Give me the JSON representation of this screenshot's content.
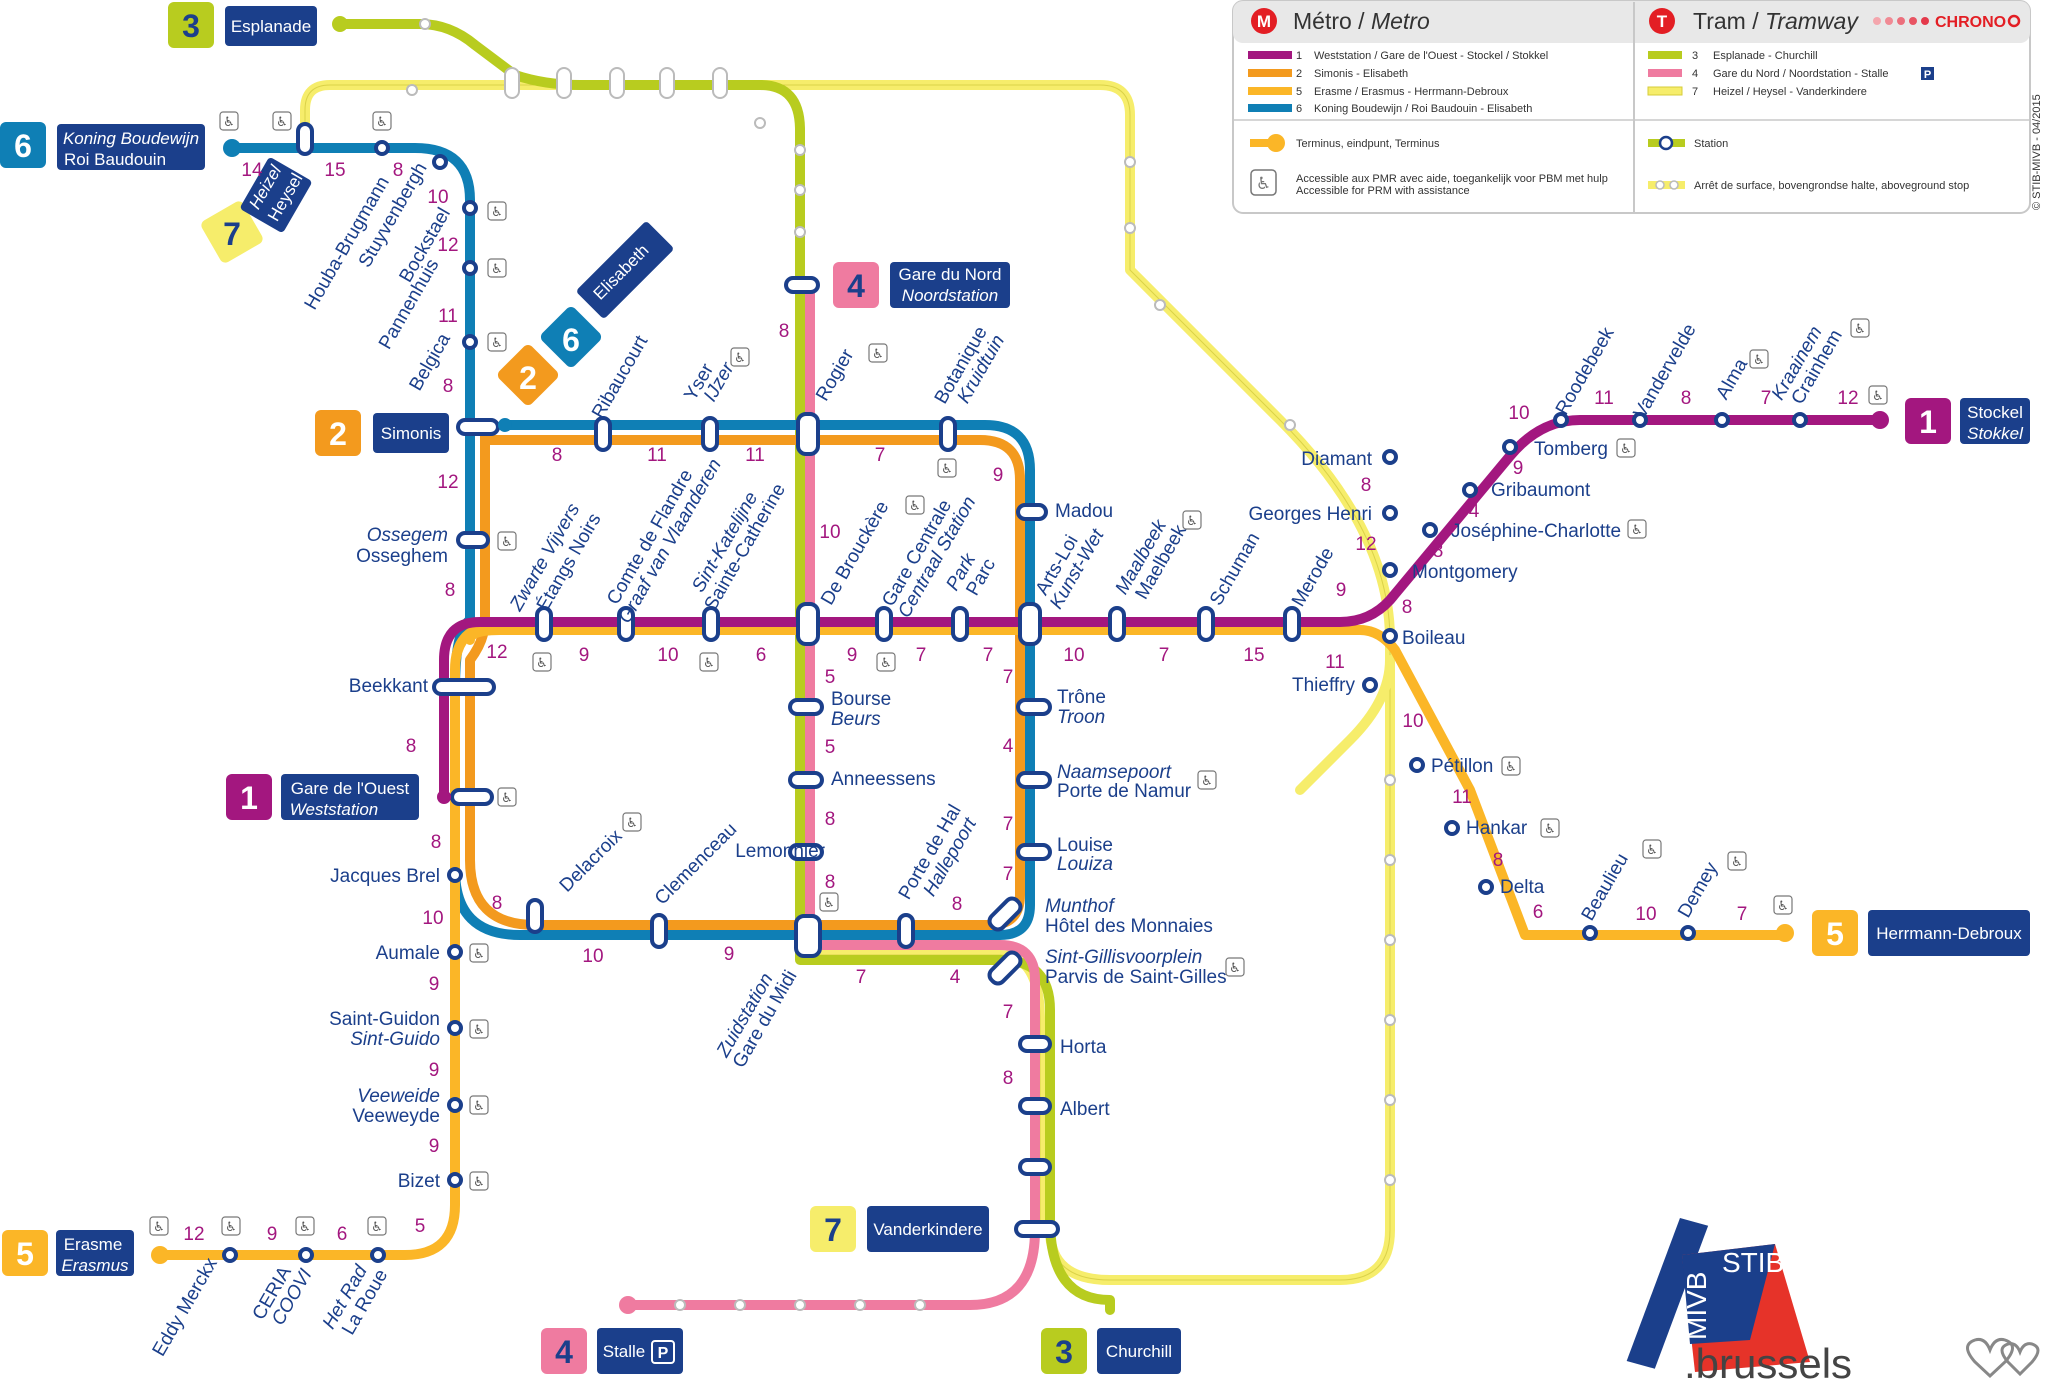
{
  "colors": {
    "line1": "#a3177f",
    "line2": "#f39a1e",
    "line5": "#fbb627",
    "line6": "#0f7fb5",
    "tram3": "#b8cc1f",
    "tram4": "#ef7ba0",
    "tram7": "#f6ed6b",
    "navy": "#1b3f8b",
    "num": "#a3177f"
  },
  "legend": {
    "metro_title": "Métro",
    "metro_title_nl": "Metro",
    "tram_title": "Tram",
    "tram_title_nl": "Tramway",
    "chrono": "CHRONO",
    "metro_lines": [
      {
        "num": "1",
        "text": "Weststation / Gare de l'Ouest - Stockel / Stokkel"
      },
      {
        "num": "2",
        "text": "Simonis - Elisabeth"
      },
      {
        "num": "5",
        "text": "Erasme / Erasmus - Herrmann-Debroux"
      },
      {
        "num": "6",
        "text": "Koning Boudewijn / Roi Baudouin - Elisabeth"
      }
    ],
    "tram_lines": [
      {
        "num": "3",
        "text": "Esplanade - Churchill"
      },
      {
        "num": "4",
        "text": "Gare du Nord / Noordstation - Stalle"
      },
      {
        "num": "7",
        "text": "Heizel / Heysel - Vanderkindere"
      }
    ],
    "parking": "P",
    "terminus": "Terminus, eindpunt, Terminus",
    "station": "Station",
    "pmr1": "Accessible aux PMR avec aide, toegankelijk voor PBM met hulp",
    "pmr2": "Accessible for PRM with assistance",
    "surface": "Arrêt de surface, bovengrondse halte, aboveground stop",
    "copyright": "© STIB-MIVB - 04/2015"
  },
  "terminals": {
    "esplanade": {
      "num": "3",
      "name": "Esplanade"
    },
    "roi_baudouin": {
      "num": "6",
      "name": "Koning Boudewijn",
      "name2": "Roi Baudouin"
    },
    "heysel": {
      "num": "7",
      "name": "Heizel",
      "name2": "Heysel"
    },
    "elisabeth": {
      "num2": "2",
      "num6": "6",
      "name": "Elisabeth"
    },
    "simonis": {
      "num": "2",
      "name": "Simonis"
    },
    "gare_du_nord": {
      "num": "4",
      "name": "Gare du Nord",
      "name2": "Noordstation"
    },
    "stockel": {
      "num": "1",
      "name": "Stockel",
      "name2": "Stokkel"
    },
    "gare_ouest": {
      "num": "1",
      "name": "Gare de l'Ouest",
      "name2": "Weststation"
    },
    "herrmann": {
      "num": "5",
      "name": "Herrmann-Debroux"
    },
    "erasme": {
      "num": "5",
      "name": "Erasme",
      "name2": "Erasmus"
    },
    "vanderkindere": {
      "num": "7",
      "name": "Vanderkindere"
    },
    "stalle": {
      "num": "4",
      "name": "Stalle",
      "park": "P"
    },
    "churchill": {
      "num": "3",
      "name": "Churchill"
    }
  },
  "stations": {
    "houba": "Houba-Brugmann",
    "stuyvenbergh": "Stuyvenbergh",
    "bockstael": "Bockstael",
    "pannenhuis": "Pannenhuis",
    "belgica": "Belgica",
    "ribaucourt": "Ribaucourt",
    "yser": "Yser",
    "yser_nl": "IJzer",
    "rogier": "Rogier",
    "botanique": "Botanique",
    "botanique_nl": "Kruidtuin",
    "ossegem_nl": "Ossegem",
    "osseghem": "Osseghem",
    "madou": "Madou",
    "zwarte_vijvers": "Zwarte Vijvers",
    "etangs_noirs": "Étangs Noirs",
    "comte_flandre": "Comte de Flandre",
    "graaf_vlaanderen": "Graaf van Vlaanderen",
    "sint_katelijne": "Sint-Katelijne",
    "sainte_catherine": "Sainte-Catherine",
    "de_brouckere": "De Brouckère",
    "gare_centrale": "Gare Centrale",
    "centraal_station": "Centraal Station",
    "park": "Park",
    "parc": "Parc",
    "arts_loi": "Arts-Loi",
    "kunst_wet": "Kunst-Wet",
    "maalbeek": "Maalbeek",
    "maelbeek": "Maelbeek",
    "schuman": "Schuman",
    "merode": "Merode",
    "diamant": "Diamant",
    "georges_henri": "Georges Henri",
    "montgomery": "Montgomery",
    "boileau": "Boileau",
    "josephine": "Joséphine-Charlotte",
    "gribaumont": "Gribaumont",
    "tomberg": "Tomberg",
    "roodebeek": "Roodebeek",
    "vandervelde": "Vandervelde",
    "alma": "Alma",
    "kraainem": "Kraainem",
    "crainhem": "Crainhem",
    "beekkant": "Beekkant",
    "bourse": "Bourse",
    "beurs": "Beurs",
    "anneessens": "Anneessens",
    "lemonnier": "Lemonnier",
    "trone": "Trône",
    "troon": "Troon",
    "naamsepoort": "Naamsepoort",
    "porte_namur": "Porte de Namur",
    "louise": "Louise",
    "louiza": "Louiza",
    "munthof": "Munthof",
    "hotel_monnaies": "Hôtel des Monnaies",
    "sint_gillis": "Sint-Gillisvoorplein",
    "parvis_st_gilles": "Parvis de Saint-Gilles",
    "horta": "Horta",
    "albert": "Albert",
    "thieffry": "Thieffry",
    "petillon": "Pétillon",
    "hankar": "Hankar",
    "delta": "Delta",
    "beaulieu": "Beaulieu",
    "demey": "Demey",
    "delacroix": "Delacroix",
    "clemenceau": "Clemenceau",
    "zuidstation": "Zuidstation",
    "gare_du_midi": "Gare du Midi",
    "porte_hal": "Porte de Hal",
    "hallepoort": "Hallepoort",
    "jacques_brel": "Jacques Brel",
    "aumale": "Aumale",
    "saint_guidon": "Saint-Guidon",
    "sint_guido": "Sint-Guido",
    "veeweide_nl": "Veeweide",
    "veeweyde": "Veeweyde",
    "bizet": "Bizet",
    "eddy_merckx": "Eddy Merckx",
    "ceria": "CERIA",
    "coovi": "COOVI",
    "het_rad": "Het Rad",
    "la_roue": "La Roue"
  },
  "times": {
    "l6_14": "14",
    "l6_15": "15",
    "l6_8a": "8",
    "l6_10": "10",
    "l6_12a": "12",
    "l6_11": "11",
    "l6_8b": "8",
    "l2_12": "12",
    "l2_8": "8",
    "l2_8b": "8",
    "l2_11a": "11",
    "l2_11b": "11",
    "l2_7": "7",
    "l2_9": "9",
    "l2_10": "10",
    "l1_12": "12",
    "l1_9": "9",
    "l1_10": "10",
    "l1_6": "6",
    "l1_9b": "9",
    "l1_7": "7",
    "l1_7b": "7",
    "l1_10b": "10",
    "l1_7c": "7",
    "l1_15": "15",
    "l1_9c": "9",
    "l1_12b": "12",
    "l1_8": "8",
    "l1_4": "4",
    "l1_9d": "9",
    "l1_10c": "10",
    "l1_11": "11",
    "l1_8b": "8",
    "l1_7d": "7",
    "l1_12c": "12",
    "l5_8": "8",
    "l5_8b": "8",
    "l5_10": "10",
    "l5_9": "9",
    "l5_9b": "9",
    "l5_9c": "9",
    "l5_5": "5",
    "l5_6": "6",
    "l5_9d": "9",
    "l5_12": "12",
    "l5_11": "11",
    "l5_10b": "10",
    "l5_11b": "11",
    "l5_8c": "8",
    "l5_6b": "6",
    "l5_10c": "10",
    "l5_7": "7",
    "l5_8d": "8",
    "t4_8": "8",
    "t4_10": "10",
    "t4_5a": "5",
    "t4_5b": "5",
    "t4_8a": "8",
    "t4_8b": "8",
    "t4_7": "7",
    "t4_4": "4",
    "t4_7b": "7",
    "t4_8c": "8",
    "l2_7b": "7",
    "l2_4": "4",
    "l2_7c": "7",
    "l2_7d": "7",
    "l2_8c": "8",
    "l2_10b": "10",
    "l2_9b": "9",
    "l2_8d": "8"
  },
  "brand": {
    "mivb": "MIVB",
    "stib": "STIB",
    "brussels": ".brussels"
  }
}
